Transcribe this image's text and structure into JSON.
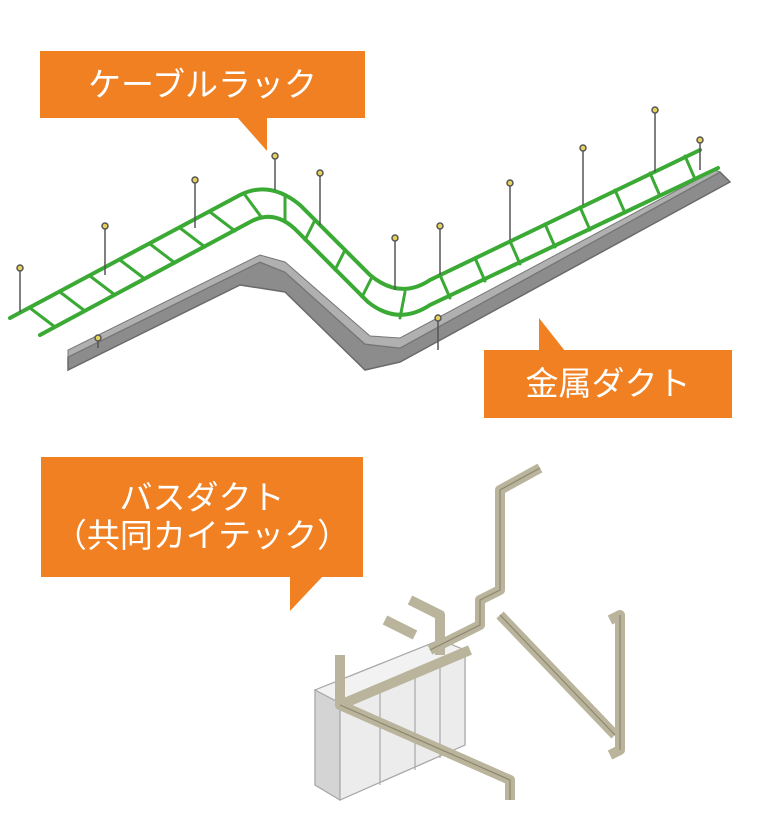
{
  "labels": {
    "cable_rack": "ケーブルラック",
    "metal_duct": "金属ダクト",
    "bus_duct_line1": "バスダクト",
    "bus_duct_line2": "（共同カイテック）"
  },
  "colors": {
    "callout": "#f08022",
    "rack": "#3aaa35",
    "duct": "#8c8c8c",
    "bus_duct": "#b9b49b",
    "cabinet": "#e6e6e6"
  }
}
